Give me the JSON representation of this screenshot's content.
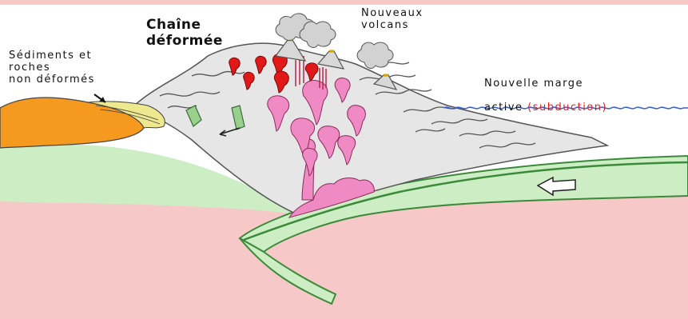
{
  "labels": {
    "chain_title": "Chaîne\ndéformée",
    "volcanoes": "Nouveaux\nvolcans",
    "sediments": "Sédiments et\nroches\nnon déformés",
    "margin_line1": "Nouvelle marge",
    "margin_line2_prefix": "active ",
    "margin_line2_accent": "(subduction)"
  },
  "colors": {
    "accent_red": "#e02020",
    "mantle": "#f6c9c8",
    "lithosphere": "#cdeec4",
    "plate_edge": "#3b8a3a",
    "mountain": "#e6e6e6",
    "magma_pink": "#f08ac4",
    "magma_red": "#e01818",
    "sediment_orange": "#f59a1e",
    "sediment_yellow": "#eee88e",
    "ocean_line": "#3a5fd0",
    "ash": "#d2d2d2"
  }
}
